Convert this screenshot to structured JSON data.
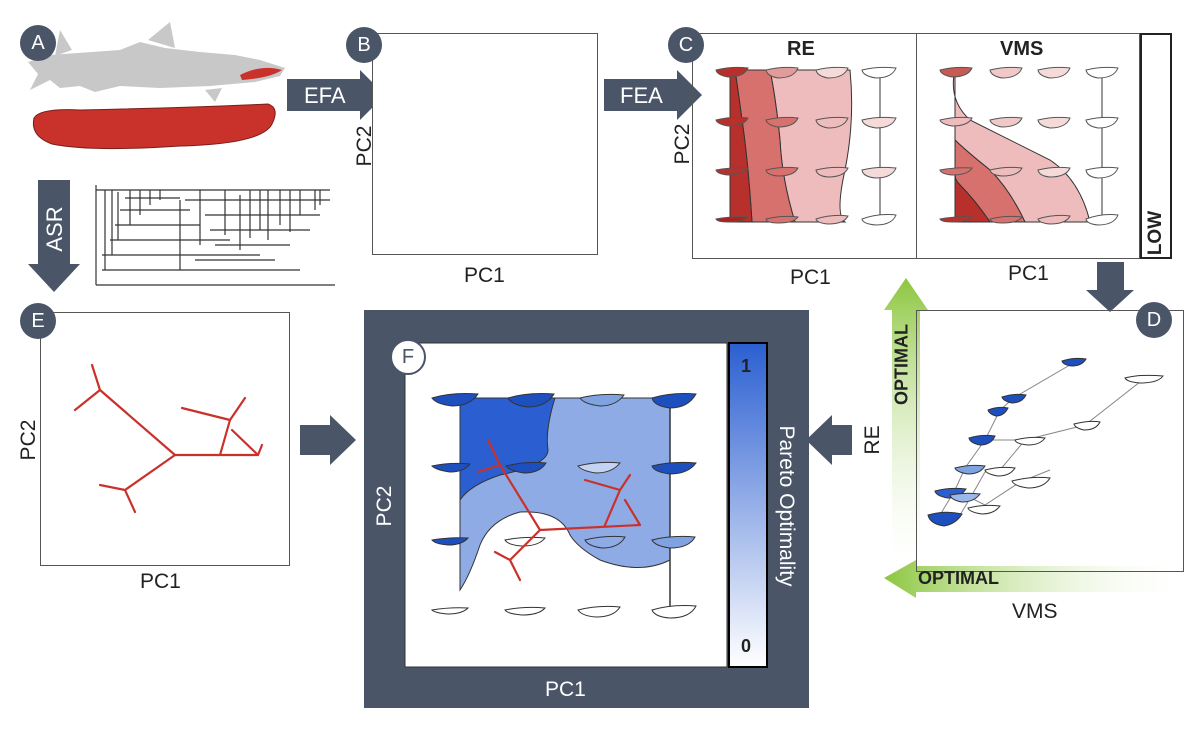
{
  "panels": {
    "a": {
      "badge": "A"
    },
    "b": {
      "badge": "B",
      "xlabel": "PC1",
      "ylabel": "PC2"
    },
    "c": {
      "badge": "C",
      "left_title": "RE",
      "right_title": "VMS",
      "xlabel_left": "PC1",
      "xlabel_right": "PC1",
      "ylabel": "PC2",
      "side_label": "LOW"
    },
    "d": {
      "badge": "D",
      "ylabel": "RE",
      "xlabel": "VMS",
      "optimal_vertical": "OPTIMAL",
      "optimal_horizontal": "OPTIMAL"
    },
    "e": {
      "badge": "E",
      "xlabel": "PC1",
      "ylabel": "PC2"
    },
    "f": {
      "badge": "F",
      "xlabel": "PC1",
      "ylabel": "PC2",
      "colorbar_label": "Pareto Optimality",
      "colorbar_max": "1",
      "colorbar_min": "0"
    }
  },
  "arrows": {
    "efa": "EFA",
    "fea": "FEA",
    "asr": "ASR"
  },
  "colors": {
    "accent_dark": "#4a5568",
    "red": "#c0392b",
    "blue": "#2156c4",
    "green": "#8cc63f"
  }
}
